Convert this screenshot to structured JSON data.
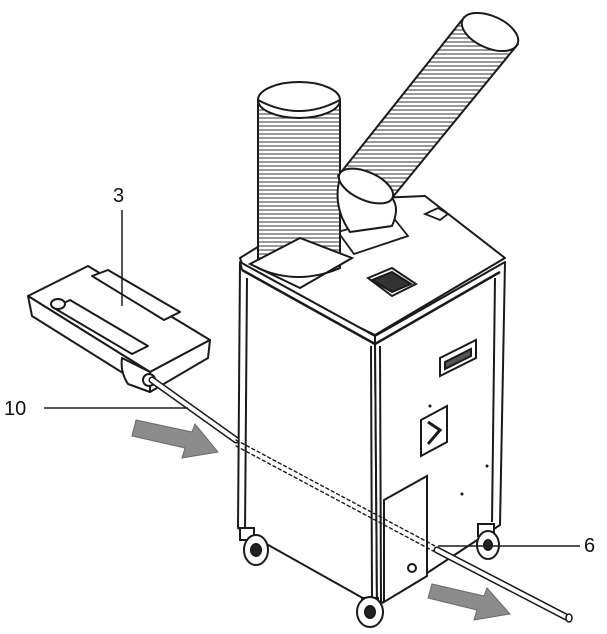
{
  "callouts": {
    "drain_tank": "3",
    "drain_hose": "10",
    "drain_outlet": "6"
  },
  "colors": {
    "line": "#1a1a1a",
    "body": "#ffffff",
    "arrow": "#8c8c8c",
    "shade": "#d9d9d9"
  }
}
